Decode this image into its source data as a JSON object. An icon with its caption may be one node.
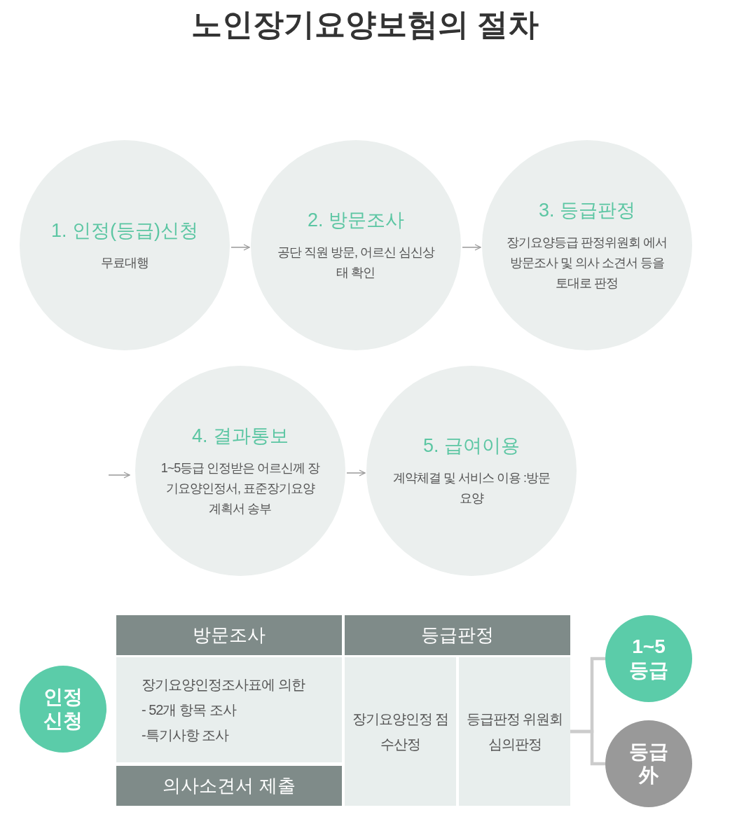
{
  "diagram": {
    "title": "노인장기요양보험의 절차",
    "nodes": [
      {
        "text": [
          "1. 인정(등급)신청",
          "무료대행"
        ]
      },
      {
        "text": [
          "2. 방문조사",
          "공단 직원 방문, 어르신 심신상태 확인"
        ]
      },
      {
        "text": [
          "3. 등급판정",
          "장기요양등급 판정위원회 에서 방문조사 및 의사 소견서 등을 토대로 판정"
        ]
      },
      {
        "text": [
          "4. 결과통보",
          "1~5등급 인정받은 어르신께 장기요양인정서, 표준장기요양 계획서 송부"
        ]
      },
      {
        "text": [
          "5. 급여이용",
          "계약체결 및 서비스 이용 :방문요양"
        ]
      },
      {
        "text": [
          "인정 신청"
        ]
      },
      {
        "text": [
          "방문조사"
        ]
      },
      {
        "text": [
          "장기요양인정조사표에 의한",
          "- 52개 항목 조사",
          "-특기사항 조사"
        ]
      },
      {
        "text": [
          "의사소견서 제출"
        ]
      },
      {
        "text": [
          "등급판정"
        ]
      },
      {
        "text": [
          "장기요양인정 점수산정"
        ]
      },
      {
        "text": [
          "등급판정 위원회 심의판정"
        ]
      },
      {
        "text": [
          "1~5 등급"
        ]
      },
      {
        "text": [
          "등급 外"
        ]
      }
    ],
    "edges": [
      {
        "from": 0,
        "to": 1,
        "arrow": "to"
      },
      {
        "from": 1,
        "to": 2,
        "arrow": "to"
      },
      {
        "from": null,
        "to": 3,
        "arrow": "to"
      },
      {
        "from": 3,
        "to": 4,
        "arrow": "to"
      },
      {
        "from": 11,
        "to": 12,
        "arrow": "none",
        "style": "thick"
      },
      {
        "from": 11,
        "to": 13,
        "arrow": "none",
        "style": "thick"
      }
    ]
  }
}
